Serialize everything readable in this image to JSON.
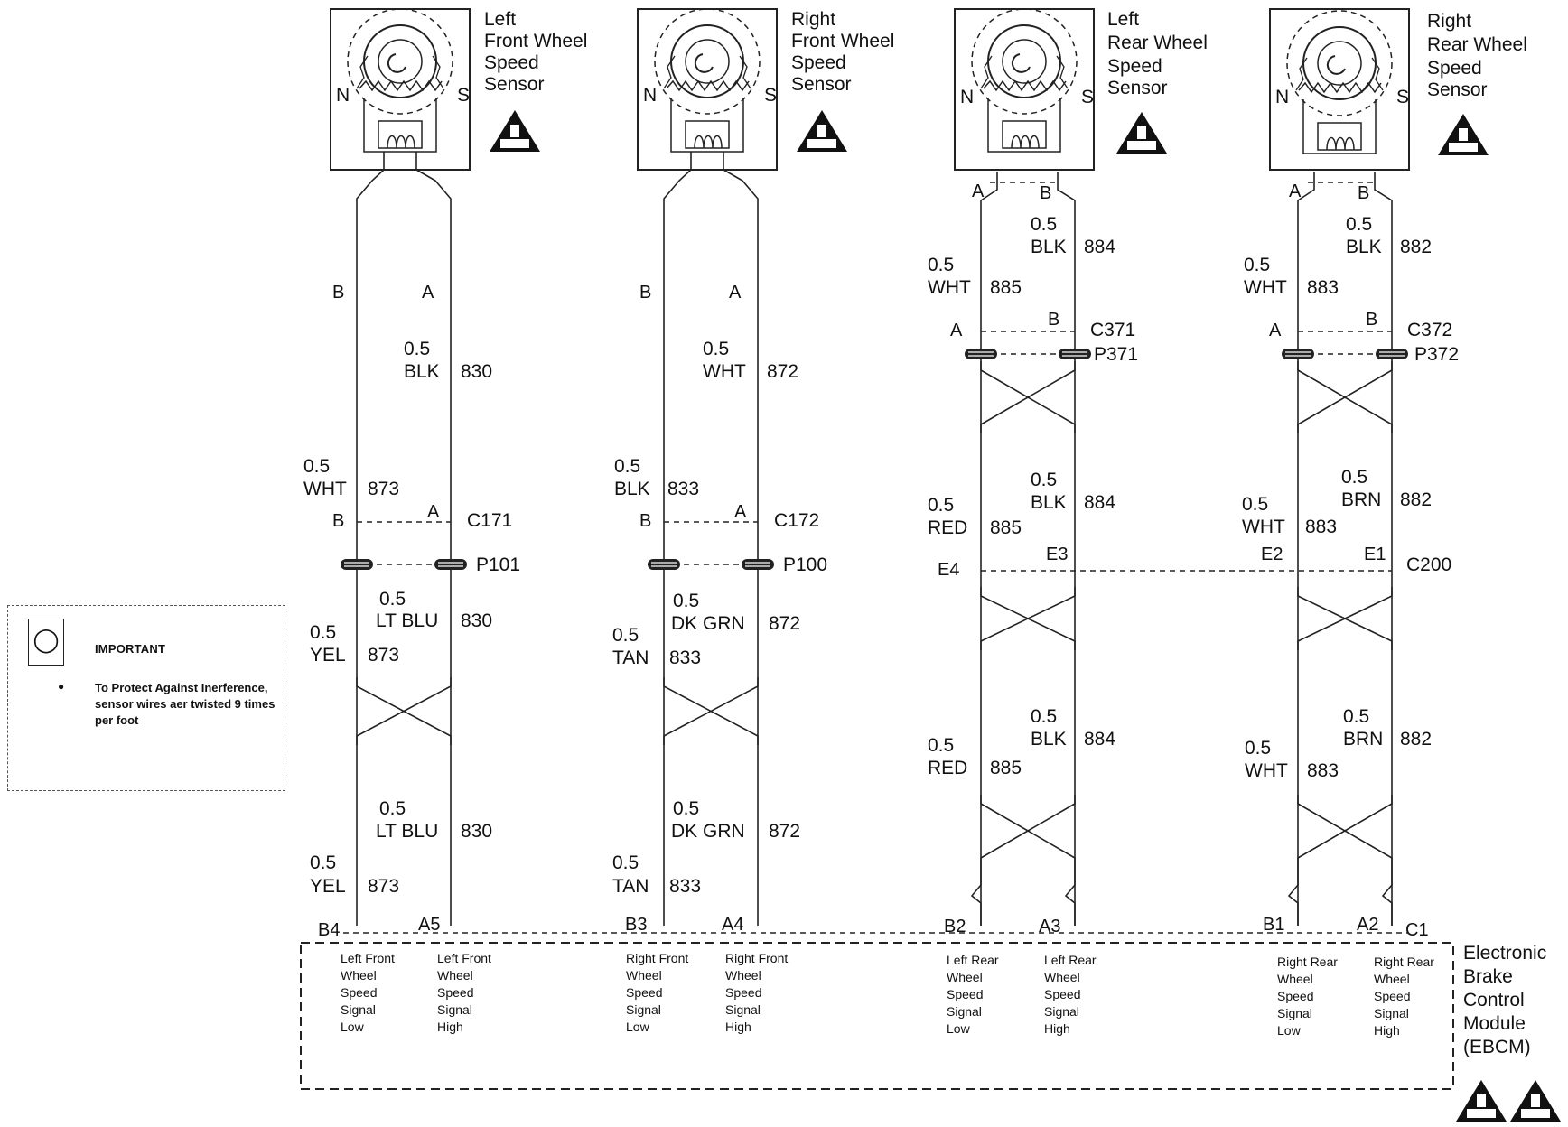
{
  "sensors": [
    {
      "title": [
        "Left",
        "Front Wheel",
        "Speed",
        "Sensor"
      ]
    },
    {
      "title": [
        "Right",
        "Front Wheel",
        "Speed",
        "Sensor"
      ]
    },
    {
      "title": [
        "Left",
        "Rear Wheel",
        "Speed",
        "Sensor"
      ]
    },
    {
      "title": [
        "Right",
        "Rear Wheel",
        "Speed",
        "Sensor"
      ]
    }
  ],
  "pole_n": "N",
  "pole_s": "S",
  "obd_badge": "OBD II",
  "front_left": {
    "pin_b": "B",
    "pin_a": "A",
    "w1_size": "0.5",
    "w1_color": "BLK",
    "w1_circuit": "830",
    "w2_size": "0.5",
    "w2_color": "WHT",
    "w2_circuit": "873",
    "c_pin_b": "B",
    "c_pin_a": "A",
    "connector": "C171",
    "splice": "P101",
    "w3_size": "0.5",
    "w3_color": "LT BLU",
    "w3_circuit": "830",
    "w4_size": "0.5",
    "w4_color": "YEL",
    "w4_circuit": "873",
    "w5_size": "0.5",
    "w5_color": "LT BLU",
    "w5_circuit": "830",
    "w6_size": "0.5",
    "w6_color": "YEL",
    "w6_circuit": "873",
    "m_pin_1": "B4",
    "m_pin_2": "A5"
  },
  "front_right": {
    "pin_b": "B",
    "pin_a": "A",
    "w1_size": "0.5",
    "w1_color": "WHT",
    "w1_circuit": "872",
    "w2_size": "0.5",
    "w2_color": "BLK",
    "w2_circuit": "833",
    "c_pin_b": "B",
    "c_pin_a": "A",
    "connector": "C172",
    "splice": "P100",
    "w3_size": "0.5",
    "w3_color": "DK GRN",
    "w3_circuit": "872",
    "w4_size": "0.5",
    "w4_color": "TAN",
    "w4_circuit": "833",
    "w5_size": "0.5",
    "w5_color": "DK GRN",
    "w5_circuit": "872",
    "w6_size": "0.5",
    "w6_color": "TAN",
    "w6_circuit": "833",
    "m_pin_1": "B3",
    "m_pin_2": "A4"
  },
  "rear_left": {
    "pin_a": "A",
    "pin_b": "B",
    "w1_size": "0.5",
    "w1_color": "BLK",
    "w1_circuit": "884",
    "w2_size": "0.5",
    "w2_color": "WHT",
    "w2_circuit": "885",
    "c_pin_a": "A",
    "c_pin_b": "B",
    "connector": "C371",
    "splice": "P371",
    "w3_size": "0.5",
    "w3_color": "BLK",
    "w3_circuit": "884",
    "w4_size": "0.5",
    "w4_color": "RED",
    "w4_circuit": "885",
    "c200_pin_1": "E4",
    "c200_pin_2": "E3",
    "w5_size": "0.5",
    "w5_color": "BLK",
    "w5_circuit": "884",
    "w6_size": "0.5",
    "w6_color": "RED",
    "w6_circuit": "885",
    "m_pin_1": "B2",
    "m_pin_2": "A3"
  },
  "rear_right": {
    "pin_a": "A",
    "pin_b": "B",
    "w1_size": "0.5",
    "w1_color": "BLK",
    "w1_circuit": "882",
    "w2_size": "0.5",
    "w2_color": "WHT",
    "w2_circuit": "883",
    "c_pin_a": "A",
    "c_pin_b": "B",
    "connector": "C372",
    "splice": "P372",
    "w3_size": "0.5",
    "w3_color": "BRN",
    "w3_circuit": "882",
    "w4_size": "0.5",
    "w4_color": "WHT",
    "w4_circuit": "883",
    "c200_pin_1": "E2",
    "c200_pin_2": "E1",
    "c200_name": "C200",
    "w5_size": "0.5",
    "w5_color": "BRN",
    "w5_circuit": "882",
    "w6_size": "0.5",
    "w6_color": "WHT",
    "w6_circuit": "883",
    "m_pin_1": "B1",
    "m_pin_2": "A2",
    "m_connector": "C1"
  },
  "ebcm": {
    "title": [
      "Electronic",
      "Brake",
      "Control",
      "Module",
      "(EBCM)"
    ],
    "signals": [
      [
        "Left Front",
        "Wheel",
        "Speed",
        "Signal",
        "Low"
      ],
      [
        "Left Front",
        "Wheel",
        "Speed",
        "Signal",
        "High"
      ],
      [
        "Right Front",
        "Wheel",
        "Speed",
        "Signal",
        "Low"
      ],
      [
        "Right Front",
        "Wheel",
        "Speed",
        "Signal",
        "High"
      ],
      [
        "Left Rear",
        "Wheel",
        "Speed",
        "Signal",
        "Low"
      ],
      [
        "Left Rear",
        "Wheel",
        "Speed",
        "Signal",
        "High"
      ],
      [
        "Right Rear",
        "Wheel",
        "Speed",
        "Signal",
        "Low"
      ],
      [
        "Right Rear",
        "Wheel",
        "Speed",
        "Signal",
        "High"
      ]
    ]
  },
  "note": {
    "title": "IMPORTANT",
    "text": "To Protect Against Inerference, sensor wires aer twisted 9 times per foot"
  }
}
